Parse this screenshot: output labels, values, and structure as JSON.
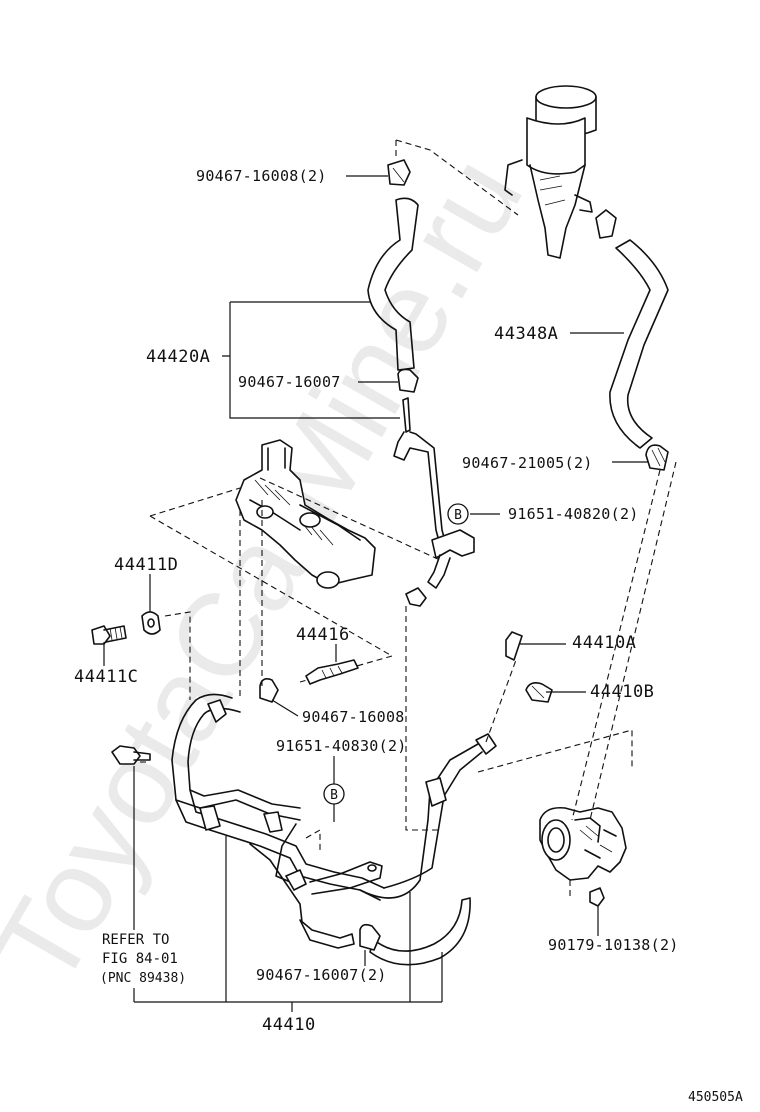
{
  "watermark": "ToyotaCarMine.ru",
  "figure_id": "450505A",
  "callouts": {
    "c_90467_16008_2": "90467-16008(2)",
    "c_44420A": "44420A",
    "c_90467_16007": "90467-16007",
    "c_44348A": "44348A",
    "c_90467_21005_2": "90467-21005(2)",
    "c_91651_40820_2": "91651-40820(2)",
    "c_44411D": "44411D",
    "c_44411C": "44411C",
    "c_44416": "44416",
    "c_44410A": "44410A",
    "c_44410B": "44410B",
    "c_90467_16008": "90467-16008",
    "c_91651_40830_2": "91651-40830(2)",
    "c_90179_10138_2": "90179-10138(2)",
    "c_90467_16007_2": "90467-16007(2)",
    "c_44410": "44410"
  },
  "circle_markers": {
    "b1": "B",
    "b2": "B"
  },
  "refer_note": {
    "line1": "REFER TO",
    "line2": "FIG 84-01",
    "line3": "(PNC 89438)"
  }
}
